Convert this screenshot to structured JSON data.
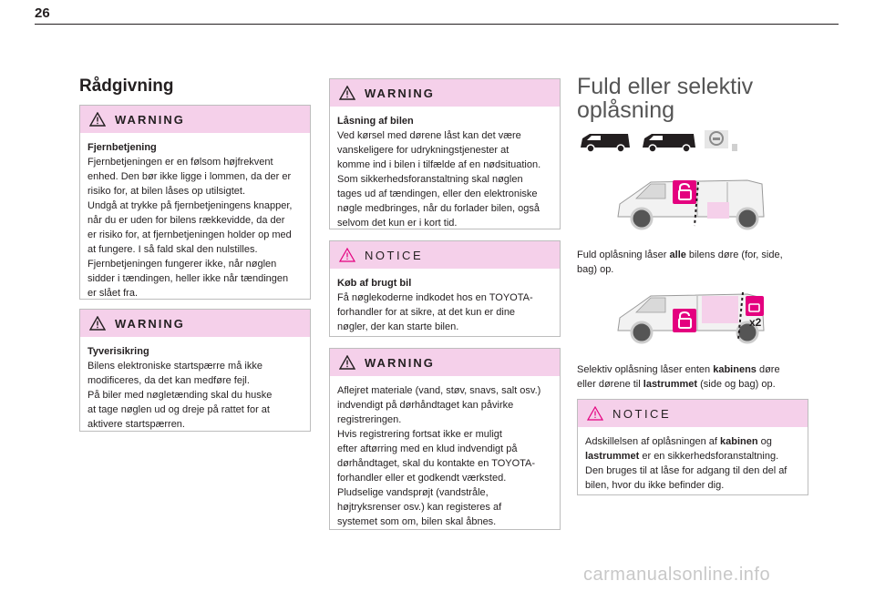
{
  "page": {
    "number": "26"
  },
  "left": {
    "section_title": "Rådgivning",
    "warn1": {
      "label": "WARNING",
      "title": "Fjernbetjening",
      "lines": [
        "Fjernbetjeningen er en følsom højfrekvent",
        "enhed. Den bør ikke ligge i lommen, da der er",
        "risiko for, at bilen låses op utilsigtet.",
        "Undgå at trykke på fjernbetjeningens knapper,",
        "når du er uden for bilens rækkevidde, da der",
        "er risiko for, at fjernbetjeningen holder op med",
        "at fungere. I så fald skal den nulstilles.",
        "Fjernbetjeningen fungerer ikke, når nøglen",
        "sidder i tændingen, heller ikke når tændingen",
        "er slået fra."
      ]
    },
    "warn2": {
      "label": "WARNING",
      "title": "Tyverisikring",
      "lines": [
        "Bilens elektroniske startspærre må ikke",
        "modificeres, da det kan medføre fejl.",
        "På biler med nøgletænding skal du huske",
        "at tage nøglen ud og dreje på rattet for at",
        "aktivere startspærren."
      ]
    }
  },
  "middle": {
    "warn1": {
      "label": "WARNING",
      "title": "Låsning af bilen",
      "lines": [
        "Ved kørsel med dørene låst kan det være",
        "vanskeligere for udrykningstjenester at",
        "komme ind i bilen i tilfælde af en nødsituation.",
        "Som sikkerhedsforanstaltning skal nøglen",
        "tages ud af tændingen, eller den elektroniske",
        "nøgle medbringes, når du forlader bilen, også",
        "selvom det kun er i kort tid."
      ]
    },
    "notice1": {
      "label": "NOTICE",
      "title": "Køb af brugt bil",
      "lines": [
        "Få nøglekoderne indkodet hos en TOYOTA-",
        "forhandler for at sikre, at det kun er dine",
        "nøgler, der kan starte bilen."
      ]
    },
    "warn2": {
      "label": "WARNING",
      "lines": [
        "Aflejret materiale (vand, støv, snavs, salt osv.)",
        "indvendigt på dørhåndtaget kan påvirke",
        "registreringen.",
        "Hvis registrering fortsat ikke er muligt",
        "efter aftørring med en klud indvendigt på",
        "dørhåndtaget, skal du kontakte en TOYOTA-",
        "forhandler eller et godkendt værksted.",
        "Pludselige vandsprøjt (vandstråle,",
        "højtryksrenser osv.) kan registeres af",
        "systemet som om, bilen skal åbnes."
      ]
    }
  },
  "right": {
    "title_line1": "Fuld eller selektiv",
    "title_line2": "oplåsning",
    "full": {
      "pre": "Fuld oplåsning låser ",
      "bold": "alle",
      "post1": " bilens døre (for, side,",
      "post2": "bag) op."
    },
    "selective": {
      "pre": "Selektiv oplåsning låser enten ",
      "bold1": "kabinens",
      "mid": " døre",
      "line2_pre": "eller dørene til ",
      "bold2": "lastrummet",
      "line2_post": " (side og bag) op."
    },
    "x2_label": "x2",
    "notice": {
      "label": "NOTICE",
      "l1_pre": "Adskillelsen af oplåsningen af ",
      "l1_bold": "kabinen",
      "l1_post": " og",
      "l2_bold": "lastrummet",
      "l2_post": " er en sikkerhedsforanstaltning.",
      "l3": "Den bruges til at låse for adgang til den del af",
      "l4": "bilen, hvor du ikke befinder dig."
    }
  },
  "watermark": "carmanualsonline.info",
  "colors": {
    "box_head": "#f5d0ea",
    "accent": "#e4007f",
    "border": "#bdbdbd"
  }
}
